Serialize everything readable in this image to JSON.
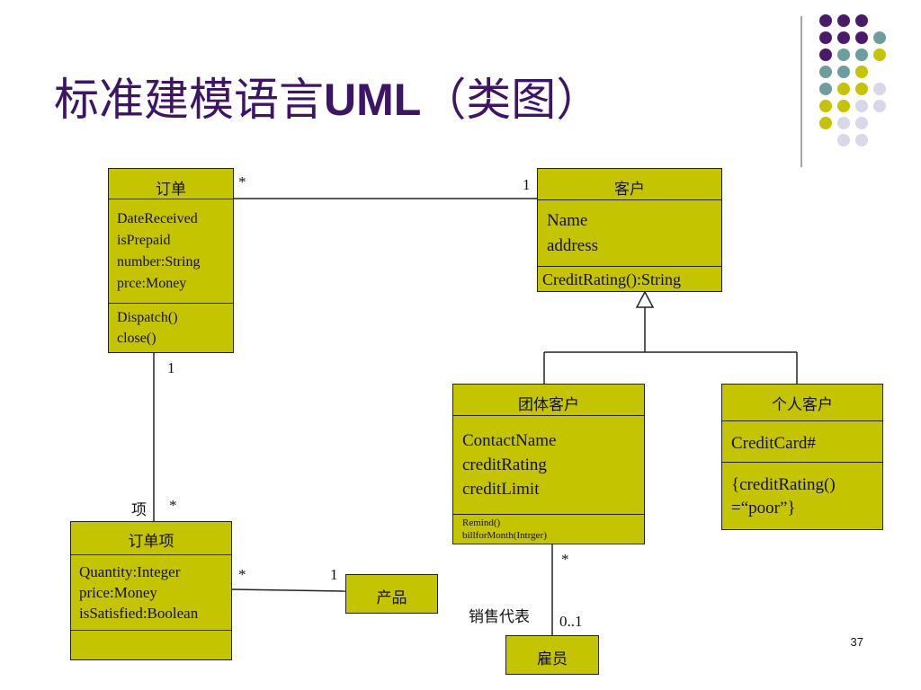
{
  "slide": {
    "title_cn": "标准建模语言",
    "title_latin": "UML",
    "title_suffix": "（类图）",
    "page_number": "37"
  },
  "classes": {
    "order": {
      "name": "订单",
      "attributes": "DateReceived\nisPrepaid\nnumber:String\nprce:Money",
      "operations": "Dispatch()\nclose()"
    },
    "customer": {
      "name": "客户",
      "attributes": "Name\naddress",
      "operations": "CreditRating():String"
    },
    "corporate_customer": {
      "name": "团体客户",
      "attributes": "ContactName\ncreditRating\ncreditLimit",
      "operations": "Remind()\nbillforMonth(Intrger)"
    },
    "personal_customer": {
      "name": "个人客户",
      "attributes": "CreditCard#",
      "operations": "{creditRating()\n=“poor”}"
    },
    "order_line": {
      "name": "订单项",
      "attributes": "Quantity:Integer\nprice:Money\nisSatisfied:Boolean",
      "operations": ""
    },
    "product": {
      "name": "产品"
    },
    "employee": {
      "name": "雇员"
    }
  },
  "associations": {
    "order_customer": {
      "order_end": "*",
      "customer_end": "1"
    },
    "order_orderline": {
      "order_end": "1",
      "line_role": "项",
      "line_end": "*"
    },
    "orderline_product": {
      "line_end": "*",
      "product_end": "1"
    },
    "corporate_employee": {
      "corporate_end": "*",
      "role": "销售代表",
      "employee_end": "0..1"
    }
  },
  "decoration": {
    "dot_colors": [
      "#4a1a6b",
      "#6f9c9c",
      "#c4c400",
      "#d8d8e8"
    ]
  }
}
